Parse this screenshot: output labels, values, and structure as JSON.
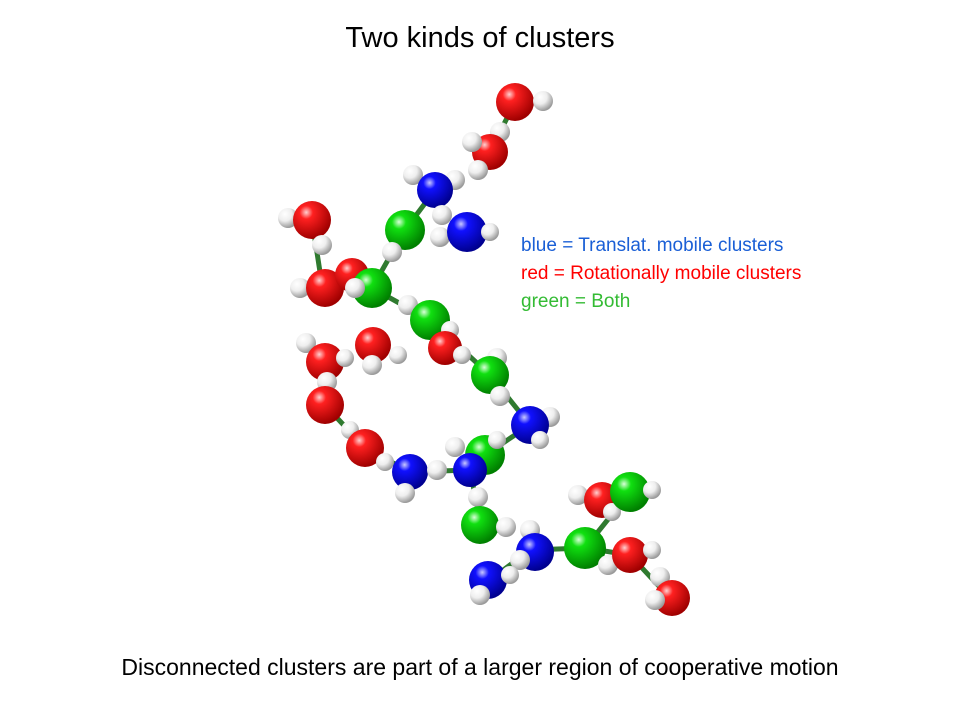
{
  "title": "Two kinds of clusters",
  "legend": {
    "items": [
      {
        "label": "blue = Translat. mobile clusters",
        "color": "#1a5fd6"
      },
      {
        "label": "red = Rotationally mobile clusters",
        "color": "#ff0000"
      },
      {
        "label": "green = Both",
        "color": "#33bb33"
      }
    ]
  },
  "caption": "Disconnected clusters are part of a larger region of cooperative motion",
  "colors": {
    "red_atom": "#e00000",
    "blue_atom": "#0000e0",
    "green_atom": "#00d000",
    "hydrogen": "#f2f2f2",
    "bond": "#2f7a2f"
  }
}
